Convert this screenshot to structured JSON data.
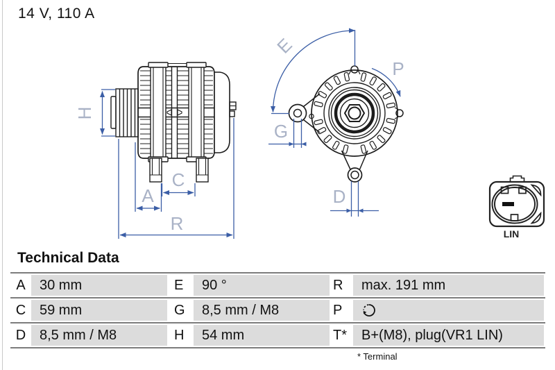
{
  "header": {
    "rating": "14 V, 110 A"
  },
  "drawing": {
    "side_view_labels": {
      "H": "H",
      "A": "A",
      "C": "C",
      "R": "R"
    },
    "front_view_labels": {
      "E": "E",
      "G": "G",
      "D": "D",
      "P": "P"
    },
    "connector": {
      "label": "LIN"
    },
    "colors": {
      "dimension_line": "#3b5ea6",
      "dimension_label": "#a9b2c6",
      "drawing_line": "#1c1c1c"
    }
  },
  "table": {
    "title": "Technical Data",
    "rows": [
      [
        {
          "key": "A",
          "value": "30 mm"
        },
        {
          "key": "E",
          "value": "90 °"
        },
        {
          "key": "R",
          "value": "max. 191 mm"
        }
      ],
      [
        {
          "key": "C",
          "value": "59 mm"
        },
        {
          "key": "G",
          "value": "8,5 mm / M8"
        },
        {
          "key": "P",
          "value": "",
          "icon": "rotation-direction-icon"
        }
      ],
      [
        {
          "key": "D",
          "value": "8,5 mm / M8"
        },
        {
          "key": "H",
          "value": "54 mm"
        },
        {
          "key": "T*",
          "value": "B+(M8), plug(VR1 LIN)"
        }
      ]
    ],
    "footnote": "* Terminal",
    "colors": {
      "row_background": "#dcdcdc",
      "rule": "#7c7c7c"
    }
  }
}
